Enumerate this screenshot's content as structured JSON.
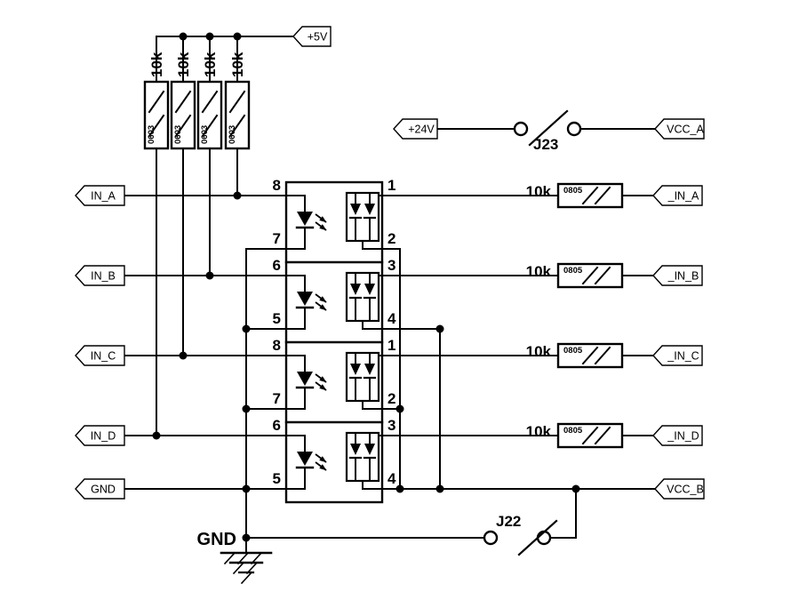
{
  "schematic": {
    "background": "#ffffff",
    "line_color": "#000000",
    "power_flags": [
      {
        "label": "+5V"
      },
      {
        "label": "+24V"
      }
    ],
    "input_ports": [
      {
        "label": "IN_A"
      },
      {
        "label": "IN_B"
      },
      {
        "label": "IN_C"
      },
      {
        "label": "IN_D"
      },
      {
        "label": "GND"
      }
    ],
    "output_ports": [
      {
        "label": "_IN_A"
      },
      {
        "label": "_IN_B"
      },
      {
        "label": "_IN_C"
      },
      {
        "label": "_IN_D"
      }
    ],
    "vcc_flags": [
      {
        "label": "VCC_A"
      },
      {
        "label": "VCC_B"
      }
    ],
    "pullup_resistors": {
      "value": "10k",
      "package": "0603"
    },
    "series_resistors": {
      "value": "10k",
      "package": "0805"
    },
    "jumpers": [
      {
        "label": "J23"
      },
      {
        "label": "J22"
      }
    ],
    "ground_net_label": "GND",
    "optocoupler": {
      "left_pin_numbers": [
        "8",
        "7",
        "6",
        "5",
        "8",
        "7",
        "6",
        "5"
      ],
      "right_pin_numbers": [
        "1",
        "2",
        "3",
        "4",
        "1",
        "2",
        "3",
        "4"
      ]
    }
  }
}
